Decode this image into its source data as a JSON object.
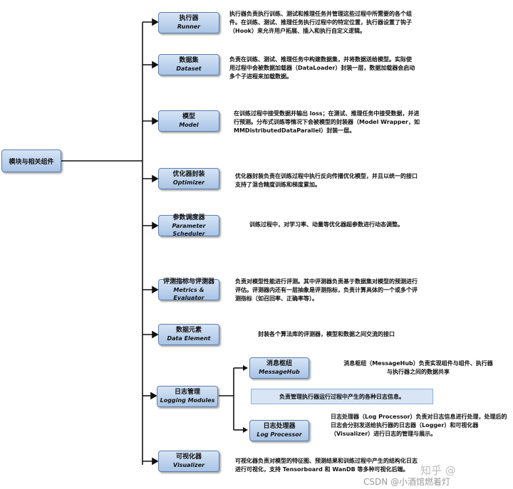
{
  "root": "模块与相关组件",
  "modules": [
    {
      "title": "执行器",
      "subtitle": "Runner",
      "desc": "执行器负责执行训练、测试和推理任务并管理这些过程中所需要的各个组件。在训练、测试、推理任务执行过程中的特定位置，执行器设置了钩子（Hook）来允许用户拓展、插入和执行自定义逻辑。"
    },
    {
      "title": "数据集",
      "subtitle": "Dataset",
      "desc": "负责在训练、测试、推理任务中构建数据集，并将数据送给模型。实际使用过程中会被数据加载器（DataLoader）封装一层，数据加载器会启动多个子进程来加载数据。"
    },
    {
      "title": "模型",
      "subtitle": "Model",
      "desc": "在训练过程中接受数据并输出 loss；在测试、推理任务中接受数据，并进行预测。分布式训练等情况下会被模型的封装器（Model Wrapper，如MMDistributedDataParallel）封装一层。"
    },
    {
      "title": "优化器封装",
      "subtitle": "Optimizer",
      "desc": "优化器封装负责在训练过程中执行反向传播优化模型，并且以统一的接口支持了混合精度训练和梯度累加。"
    },
    {
      "title": "参数调度器",
      "subtitle": "Parameter Scheduler",
      "desc": "训练过程中，对学习率、动量等优化器超参数进行动态调整。"
    },
    {
      "title": "评测指标与评测器",
      "subtitle": "Metrics & Evaluator",
      "desc": "负责对模型性能进行评测。其中评测器负责基于数据集对模型的预测进行评估。评测器内还有一层抽象是评测指标，负责计算具体的一个或多个评测指标（如召回率、正确率等）。"
    },
    {
      "title": "数据元素",
      "subtitle": "Data Element",
      "desc": "封装各个算法库的评测器，模型和数据之间交流的接口"
    },
    {
      "title": "日志管理",
      "subtitle": "Logging Modules",
      "desc": ""
    },
    {
      "title": "可视化器",
      "subtitle": "Visualizer",
      "desc": "可视化器负责对模型的特征图、预测结果和训练过程中产生的结构化日志进行可视化，支持 Tensorboard 和 WanDB 等多种可视化后端。"
    }
  ],
  "logging": {
    "banner": "负责管理执行器运行过程中产生的各种日志信息。",
    "children": [
      {
        "title": "消息枢纽",
        "subtitle": "MessageHub",
        "desc": "消息枢纽（MessageHub）负责实现组件与组件、执行器与执行器之间的数据共享"
      },
      {
        "title": "日志处理器",
        "subtitle": "Log Processor",
        "desc": "日志处理器（Log Processor）负责对日志信息进行处理，处理后的日志会分别发送给执行器的日志器（Logger）和可视化器（Visualizer）进行日志的管理与展示。"
      }
    ]
  },
  "watermark": {
    "zhihu": "知乎 @",
    "csdn": "CSDN @小酒馆燃着灯"
  }
}
